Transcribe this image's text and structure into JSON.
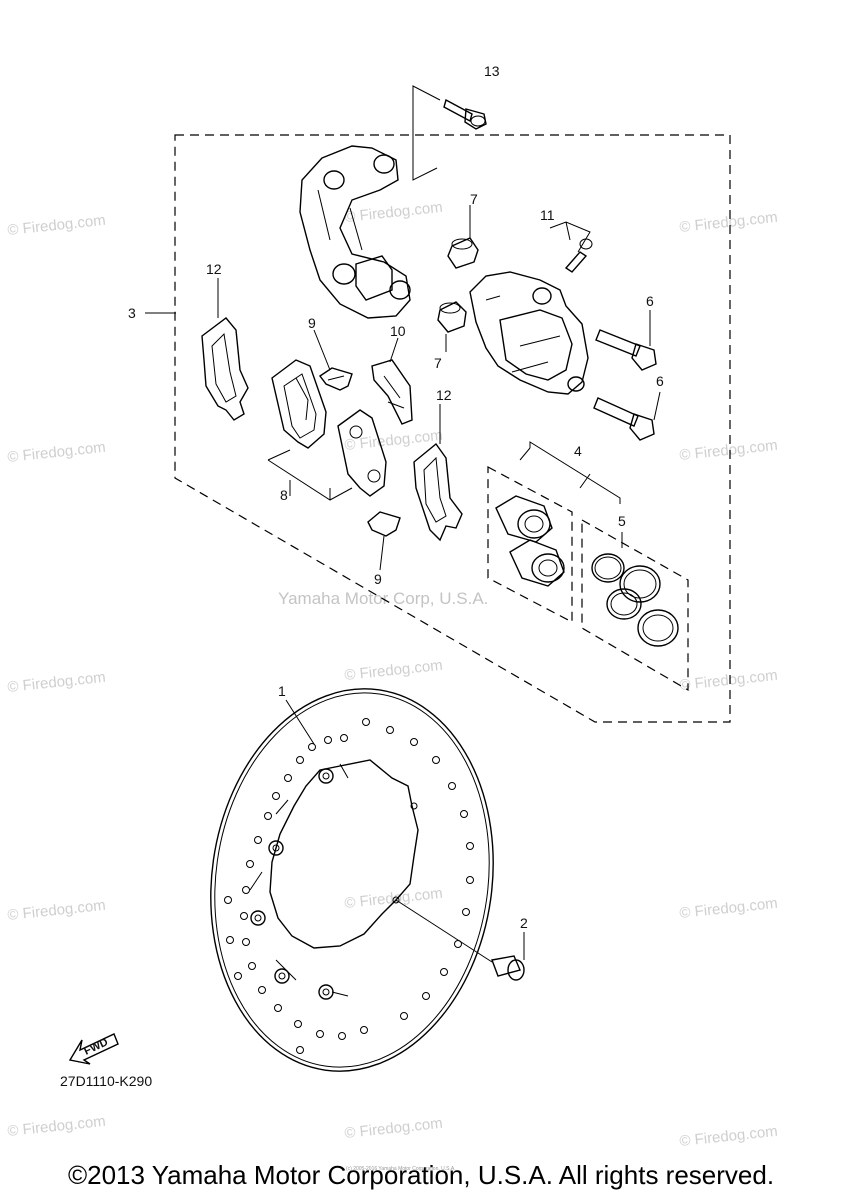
{
  "watermarks": {
    "firedog": "© Firedog.com",
    "center": "Yamaha Motor Corp, U.S.A."
  },
  "callouts": {
    "c1": "1",
    "c2": "2",
    "c3": "3",
    "c4": "4",
    "c5": "5",
    "c6a": "6",
    "c6b": "6",
    "c7a": "7",
    "c7b": "7",
    "c8": "8",
    "c9a": "9",
    "c9b": "9",
    "c10": "10",
    "c11": "11",
    "c12a": "12",
    "c12b": "12",
    "c13": "13"
  },
  "fwd_label": "FWD",
  "diagram_code": "27D1110-K290",
  "footer_small": "(c) 2005-2016 Yamaha Motor Corporation, U.S.A.",
  "copyright": "©2013 Yamaha Motor Corporation, U.S.A. All rights reserved."
}
